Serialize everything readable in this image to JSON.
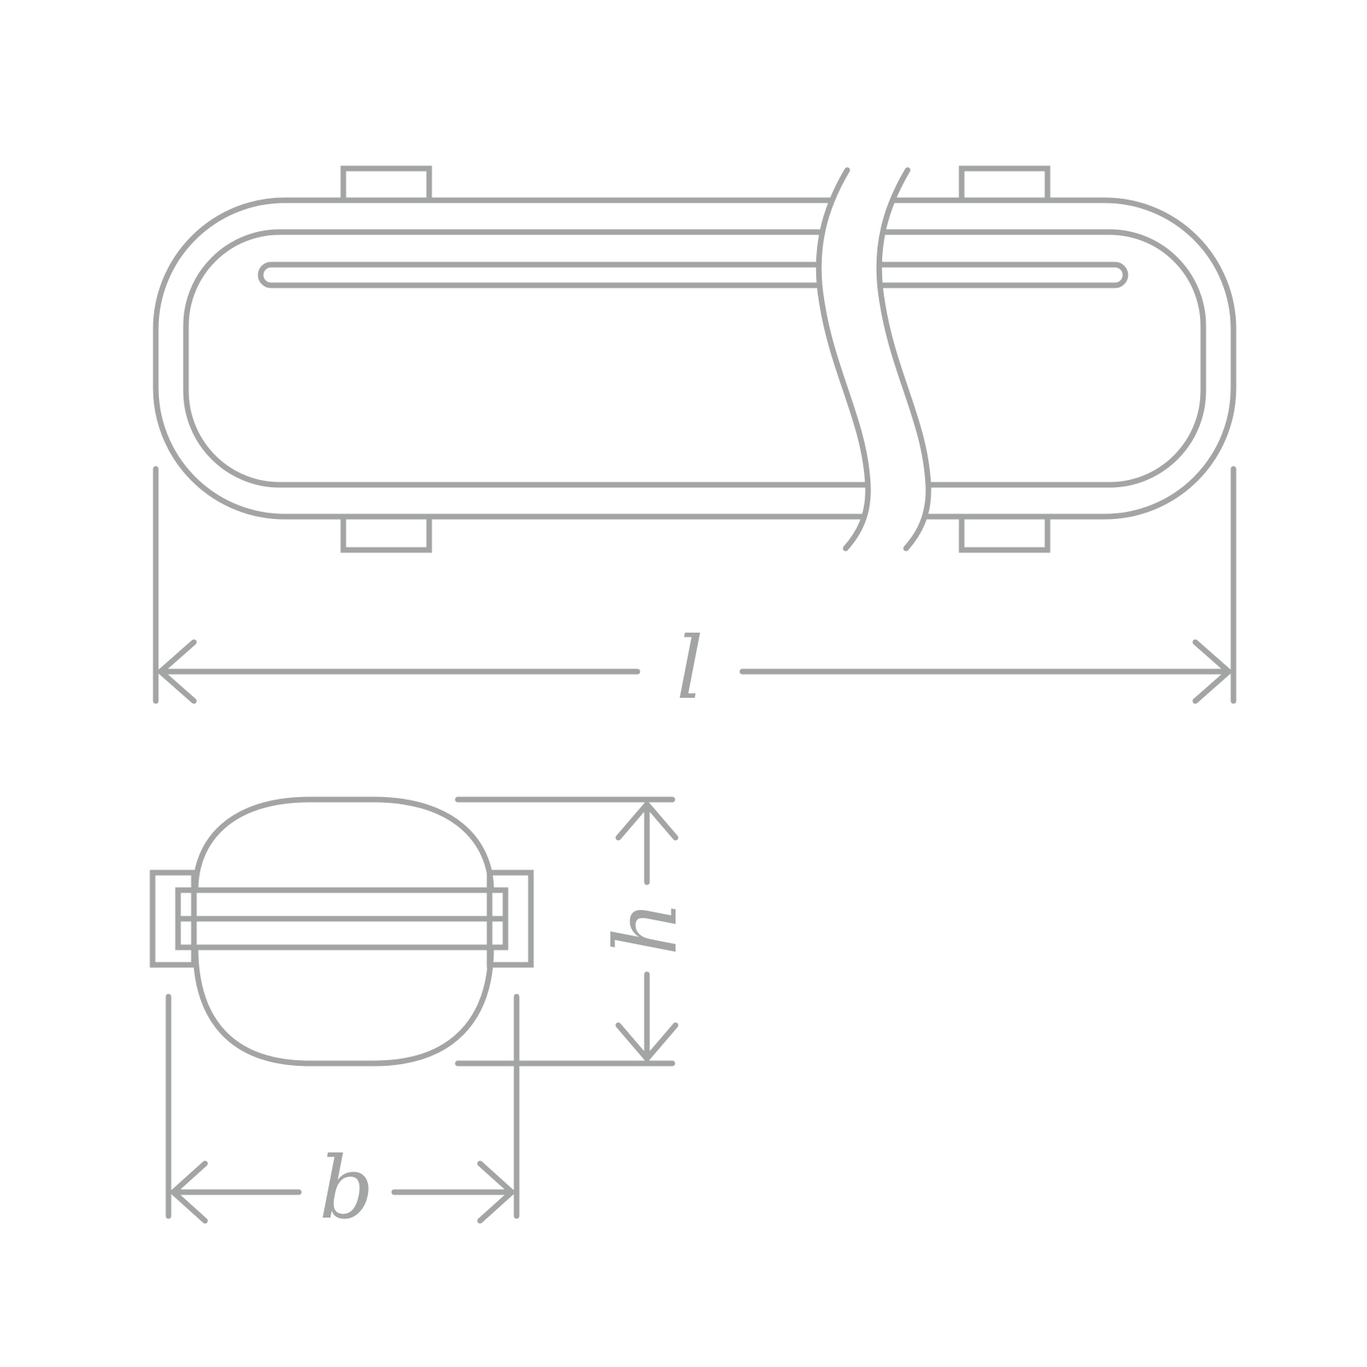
{
  "colors": {
    "stroke": "#a3a5a5",
    "background": "#ffffff"
  },
  "labels": {
    "length": "l",
    "height": "h",
    "width": "b"
  }
}
